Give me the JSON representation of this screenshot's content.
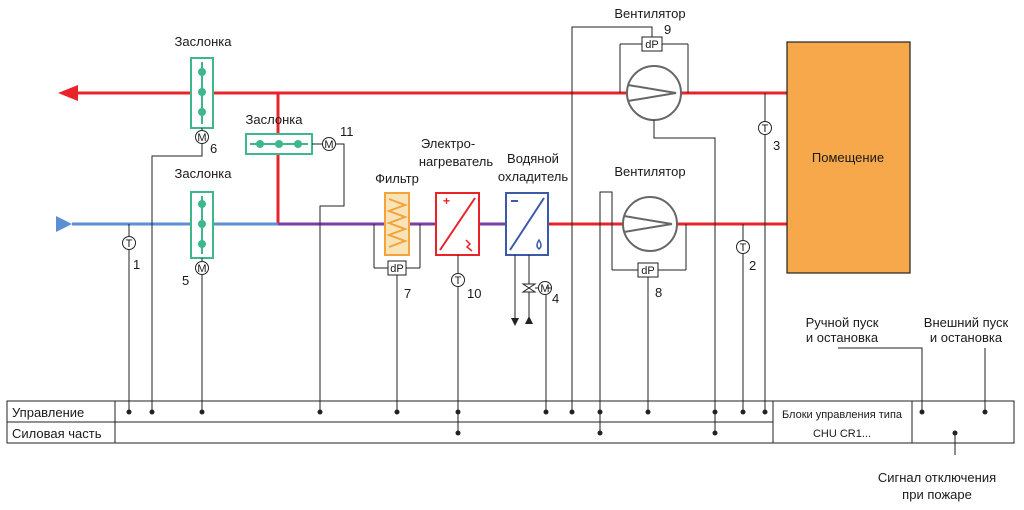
{
  "labels": {
    "damper_exhaust": "Заслонка",
    "damper_recirc": "Заслонка",
    "damper_supply": "Заслонка",
    "fan_exhaust": "Вентилятор",
    "fan_supply": "Вентилятор",
    "filter": "Фильтр",
    "heater_line1": "Электро-",
    "heater_line2": "нагреватель",
    "cooler_line1": "Водяной",
    "cooler_line2": "охладитель",
    "room": "Помещение",
    "manual_line1": "Ручной пуск",
    "manual_line2": "и остановка",
    "external_line1": "Внешний пуск",
    "external_line2": "и остановка",
    "fire_line1": "Сигнал отключения",
    "fire_line2": "при пожаре",
    "control_row": "Управление",
    "power_row": "Силовая часть",
    "units_line1": "Блоки управления типа",
    "units_line2": "CHU CR1..."
  },
  "numbers": {
    "n1": "1",
    "n2": "2",
    "n3": "3",
    "n4": "4",
    "n5": "5",
    "n6": "6",
    "n7": "7",
    "n8": "8",
    "n9": "9",
    "n10": "10",
    "n11": "11"
  },
  "symbols": {
    "temp": "T",
    "motor": "M",
    "dp": "dP"
  },
  "colors": {
    "exhaust_air": "#e8232a",
    "outdoor_air": "#5b8fd6",
    "mixed_air": "#7a3fa0",
    "supply_air": "#e8232a",
    "damper": "#3cb88a",
    "filter": "#f2a33a",
    "heater": "#e8232a",
    "cooler": "#3c5aa8",
    "room_fill": "#f7a84a",
    "fan": "#666666"
  }
}
